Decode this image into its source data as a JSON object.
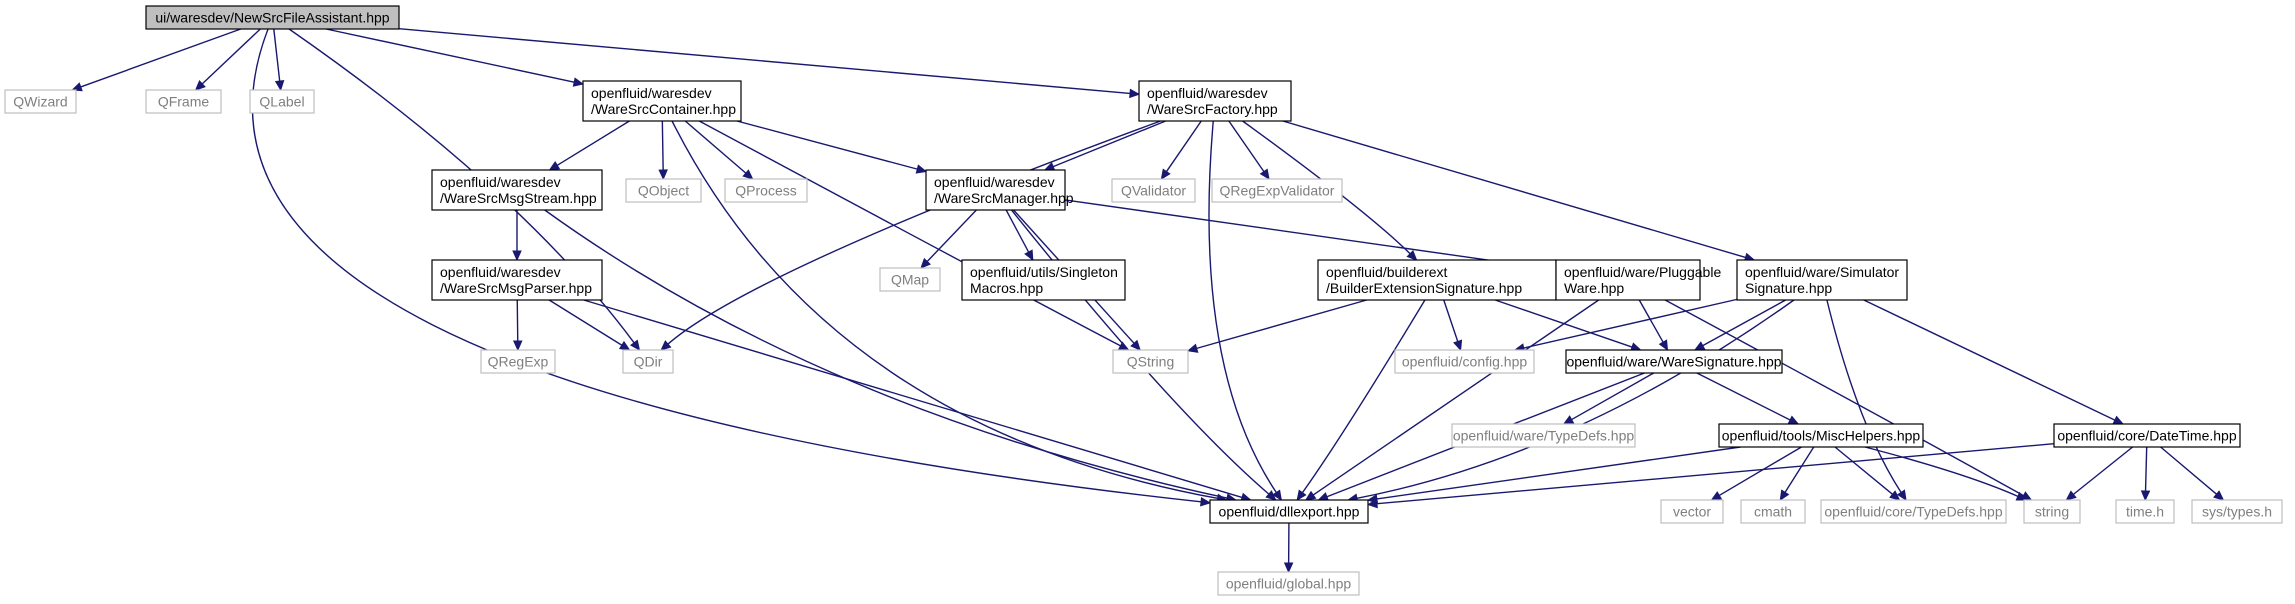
{
  "graph": {
    "colors": {
      "edge": "#191970",
      "root_fill": "#bfbfbf",
      "project_border": "#000000",
      "external_border": "#bfbfbf",
      "external_text": "#7f7f7f"
    },
    "nodes": [
      {
        "id": "root",
        "kind": "root",
        "lines": [
          "ui/waresdev/NewSrcFileAssistant.hpp"
        ]
      },
      {
        "id": "qwizard",
        "kind": "external",
        "lines": [
          "QWizard"
        ]
      },
      {
        "id": "qframe",
        "kind": "external",
        "lines": [
          "QFrame"
        ]
      },
      {
        "id": "qlabel",
        "kind": "external",
        "lines": [
          "QLabel"
        ]
      },
      {
        "id": "container",
        "kind": "project",
        "lines": [
          "openfluid/waresdev",
          "/WareSrcContainer.hpp"
        ]
      },
      {
        "id": "factory",
        "kind": "project",
        "lines": [
          "openfluid/waresdev",
          "/WareSrcFactory.hpp"
        ]
      },
      {
        "id": "msgstream",
        "kind": "project",
        "lines": [
          "openfluid/waresdev",
          "/WareSrcMsgStream.hpp"
        ]
      },
      {
        "id": "qobject",
        "kind": "external",
        "lines": [
          "QObject"
        ]
      },
      {
        "id": "qprocess",
        "kind": "external",
        "lines": [
          "QProcess"
        ]
      },
      {
        "id": "manager",
        "kind": "project",
        "lines": [
          "openfluid/waresdev",
          "/WareSrcManager.hpp"
        ]
      },
      {
        "id": "qvalidator",
        "kind": "external",
        "lines": [
          "QValidator"
        ]
      },
      {
        "id": "qregexpvalidator",
        "kind": "external",
        "lines": [
          "QRegExpValidator"
        ]
      },
      {
        "id": "msgparser",
        "kind": "project",
        "lines": [
          "openfluid/waresdev",
          "/WareSrcMsgParser.hpp"
        ]
      },
      {
        "id": "qmap",
        "kind": "external",
        "lines": [
          "QMap"
        ]
      },
      {
        "id": "singleton",
        "kind": "project",
        "lines": [
          "openfluid/utils/Singleton",
          "Macros.hpp"
        ]
      },
      {
        "id": "builderext",
        "kind": "project",
        "lines": [
          "openfluid/builderext",
          "/BuilderExtensionSignature.hpp"
        ]
      },
      {
        "id": "pluggable",
        "kind": "project",
        "lines": [
          "openfluid/ware/Pluggable",
          "Ware.hpp"
        ]
      },
      {
        "id": "simsig",
        "kind": "project",
        "lines": [
          "openfluid/ware/Simulator",
          "Signature.hpp"
        ]
      },
      {
        "id": "qregexp",
        "kind": "external",
        "lines": [
          "QRegExp"
        ]
      },
      {
        "id": "qdir",
        "kind": "external",
        "lines": [
          "QDir"
        ]
      },
      {
        "id": "qstring",
        "kind": "external",
        "lines": [
          "QString"
        ]
      },
      {
        "id": "config",
        "kind": "external",
        "lines": [
          "openfluid/config.hpp"
        ]
      },
      {
        "id": "waresig",
        "kind": "project",
        "lines": [
          "openfluid/ware/WareSignature.hpp"
        ]
      },
      {
        "id": "waretypedefs",
        "kind": "external",
        "lines": [
          "openfluid/ware/TypeDefs.hpp"
        ]
      },
      {
        "id": "mischelpers",
        "kind": "project",
        "lines": [
          "openfluid/tools/MiscHelpers.hpp"
        ]
      },
      {
        "id": "datetime",
        "kind": "project",
        "lines": [
          "openfluid/core/DateTime.hpp"
        ]
      },
      {
        "id": "dllexport",
        "kind": "project",
        "lines": [
          "openfluid/dllexport.hpp"
        ]
      },
      {
        "id": "vector",
        "kind": "external",
        "lines": [
          "vector"
        ]
      },
      {
        "id": "cmath",
        "kind": "external",
        "lines": [
          "cmath"
        ]
      },
      {
        "id": "coretypedefs",
        "kind": "external",
        "lines": [
          "openfluid/core/TypeDefs.hpp"
        ]
      },
      {
        "id": "string",
        "kind": "external",
        "lines": [
          "string"
        ]
      },
      {
        "id": "timeh",
        "kind": "external",
        "lines": [
          "time.h"
        ]
      },
      {
        "id": "systypes",
        "kind": "external",
        "lines": [
          "sys/types.h"
        ]
      },
      {
        "id": "global",
        "kind": "external",
        "lines": [
          "openfluid/global.hpp"
        ]
      }
    ],
    "edges": [
      [
        "root",
        "qwizard"
      ],
      [
        "root",
        "qframe"
      ],
      [
        "root",
        "qlabel"
      ],
      [
        "root",
        "container"
      ],
      [
        "root",
        "factory"
      ],
      [
        "root",
        "qdir"
      ],
      [
        "root",
        "dllexport"
      ],
      [
        "container",
        "msgstream"
      ],
      [
        "container",
        "qobject"
      ],
      [
        "container",
        "qprocess"
      ],
      [
        "container",
        "manager"
      ],
      [
        "container",
        "qstring"
      ],
      [
        "container",
        "dllexport"
      ],
      [
        "factory",
        "manager"
      ],
      [
        "factory",
        "qvalidator"
      ],
      [
        "factory",
        "qregexpvalidator"
      ],
      [
        "factory",
        "qdir"
      ],
      [
        "factory",
        "builderext"
      ],
      [
        "factory",
        "simsig"
      ],
      [
        "factory",
        "dllexport"
      ],
      [
        "msgstream",
        "msgparser"
      ],
      [
        "msgstream",
        "dllexport"
      ],
      [
        "msgparser",
        "qregexp"
      ],
      [
        "msgparser",
        "qdir"
      ],
      [
        "msgparser",
        "dllexport"
      ],
      [
        "manager",
        "qmap"
      ],
      [
        "manager",
        "singleton"
      ],
      [
        "manager",
        "qstring"
      ],
      [
        "manager",
        "pluggable"
      ],
      [
        "manager",
        "dllexport"
      ],
      [
        "builderext",
        "qstring"
      ],
      [
        "builderext",
        "config"
      ],
      [
        "builderext",
        "waresig"
      ],
      [
        "builderext",
        "dllexport"
      ],
      [
        "pluggable",
        "waresig"
      ],
      [
        "pluggable",
        "string"
      ],
      [
        "pluggable",
        "dllexport"
      ],
      [
        "simsig",
        "config"
      ],
      [
        "simsig",
        "waresig"
      ],
      [
        "simsig",
        "datetime"
      ],
      [
        "simsig",
        "coretypedefs"
      ],
      [
        "simsig",
        "dllexport"
      ],
      [
        "waresig",
        "waretypedefs"
      ],
      [
        "waresig",
        "mischelpers"
      ],
      [
        "waresig",
        "dllexport"
      ],
      [
        "mischelpers",
        "vector"
      ],
      [
        "mischelpers",
        "cmath"
      ],
      [
        "mischelpers",
        "coretypedefs"
      ],
      [
        "mischelpers",
        "string"
      ],
      [
        "mischelpers",
        "dllexport"
      ],
      [
        "datetime",
        "string"
      ],
      [
        "datetime",
        "timeh"
      ],
      [
        "datetime",
        "systypes"
      ],
      [
        "datetime",
        "dllexport"
      ],
      [
        "dllexport",
        "global"
      ]
    ]
  }
}
